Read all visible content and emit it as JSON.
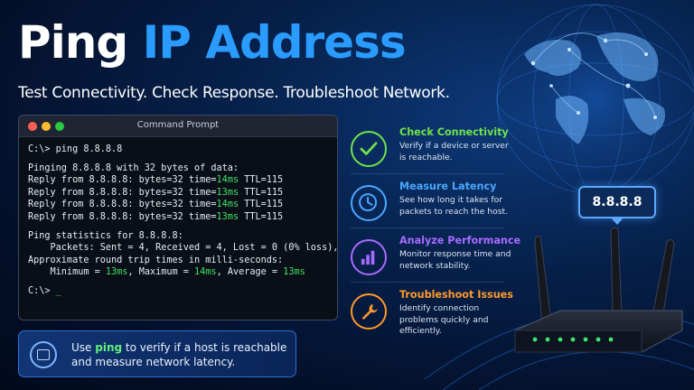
{
  "title": {
    "word1": "Ping",
    "word2": "IP Address"
  },
  "subtitle": "Test Connectivity. Check Response. Troubleshoot Network.",
  "terminal": {
    "window_title": "Command Prompt",
    "prompt_command": "C:\\> ping 8.8.8.8",
    "pinging_line": "Pinging 8.8.8.8 with 32 bytes of data:",
    "replies": [
      {
        "prefix": "Reply from 8.8.8.8: bytes=32 time=",
        "time": "14ms",
        "suffix": " TTL=115"
      },
      {
        "prefix": "Reply from 8.8.8.8: bytes=32 time=",
        "time": "13ms",
        "suffix": " TTL=115"
      },
      {
        "prefix": "Reply from 8.8.8.8: bytes=32 time=",
        "time": "14ms",
        "suffix": " TTL=115"
      },
      {
        "prefix": "Reply from 8.8.8.8: bytes=32 time=",
        "time": "13ms",
        "suffix": " TTL=115"
      }
    ],
    "stats_header": "Ping statistics for 8.8.8.8:",
    "stats_packets": "    Packets: Sent = 4, Received = 4, Lost = 0 (0% loss),",
    "rtt_header": "Approximate round trip times in milli-seconds:",
    "rtt": {
      "min_label": "    Minimum = ",
      "min": "13ms",
      "max_label": ", Maximum = ",
      "max": "14ms",
      "avg_label": ", Average = ",
      "avg": "13ms"
    },
    "final_prompt": "C:\\> ",
    "cursor": "_"
  },
  "tip": {
    "text_before": "Use ",
    "highlight": "ping",
    "text_after": " to verify if a host is reachable",
    "line2": "and measure network latency."
  },
  "features": [
    {
      "title": "Check Connectivity",
      "desc": "Verify if a device or server is reachable.",
      "color": "#6fe34a",
      "icon": "check-icon"
    },
    {
      "title": "Measure Latency",
      "desc": "See how long it takes for packets to reach the host.",
      "color": "#4aa8ff",
      "icon": "clock-icon"
    },
    {
      "title": "Analyze Performance",
      "desc": "Monitor response time and network stability.",
      "color": "#a86bff",
      "icon": "bar-chart-icon"
    },
    {
      "title": "Troubleshoot Issues",
      "desc": "Identify connection problems quickly and efficiently.",
      "color": "#ff9a2a",
      "icon": "wrench-icon"
    }
  ],
  "ip_badge": "8.8.8.8",
  "colors": {
    "accent_blue": "#2a9cff",
    "terminal_green": "#3fe36a",
    "badge_border": "#5aa8ff"
  }
}
